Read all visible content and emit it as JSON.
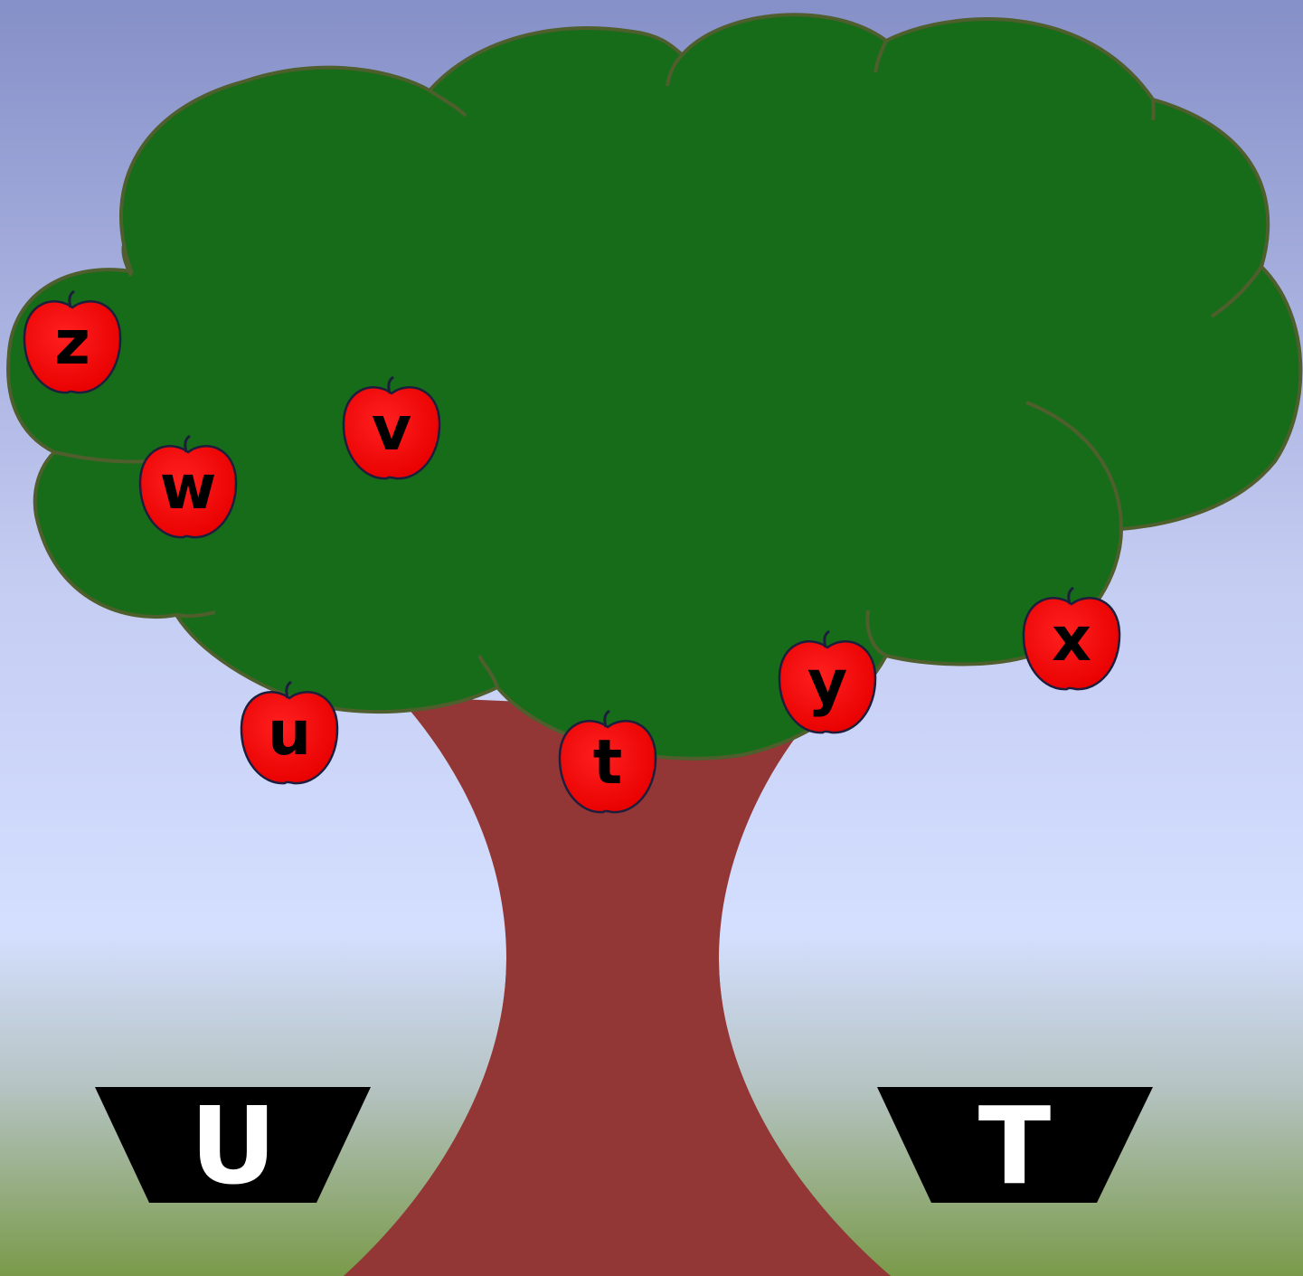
{
  "game": {
    "apples": [
      {
        "letter": "z"
      },
      {
        "letter": "w"
      },
      {
        "letter": "v"
      },
      {
        "letter": "u"
      },
      {
        "letter": "t"
      },
      {
        "letter": "y"
      },
      {
        "letter": "x"
      }
    ],
    "baskets": [
      {
        "letter": "U"
      },
      {
        "letter": "T"
      }
    ]
  },
  "colors": {
    "sky_top": "#8690c8",
    "sky_bottom": "#d4dfff",
    "ground": "#7a9a4a",
    "foliage_light": "#dbe8cc",
    "foliage_dark": "#176c1a",
    "foliage_outline": "#4e5e2c",
    "trunk": "#933636",
    "apple": "#ff0000",
    "basket": "#000000"
  },
  "icons": {
    "apple": "apple-icon",
    "basket": "basket-icon"
  }
}
